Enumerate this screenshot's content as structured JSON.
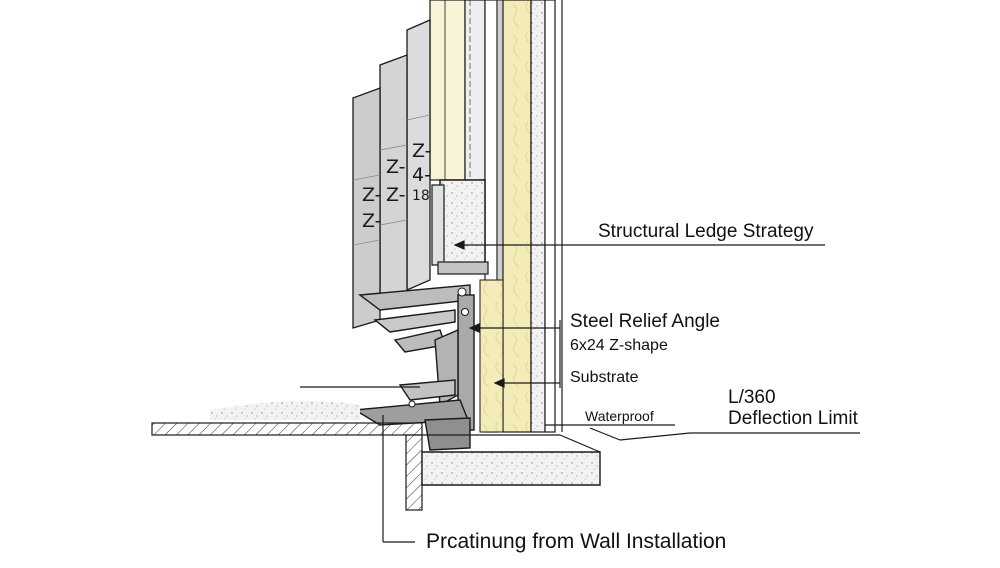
{
  "labels": {
    "structural_ledge": "Structural Ledge Strategy",
    "steel_relief_angle": "Steel Relief Angle",
    "z_shape": "6x24 Z-shape",
    "substrate": "Substrate",
    "waterproof": "Waterproof",
    "deflection_value": "L/360",
    "deflection_text": "Deflection Limit",
    "bottom_caption": "Prcatinung from Wall Installation"
  },
  "panel_marks": {
    "m1": "Z-",
    "m2": "4-",
    "m3": "Z-",
    "m4": "Z-",
    "m5": "Z-",
    "m6": "Z-",
    "m7": "18"
  },
  "colors": {
    "insulation_yellow": "#f3ecb8",
    "panel_gray": "#d9d9d9",
    "concrete_gray": "#e6e6e6",
    "line": "#1a1a1a"
  }
}
